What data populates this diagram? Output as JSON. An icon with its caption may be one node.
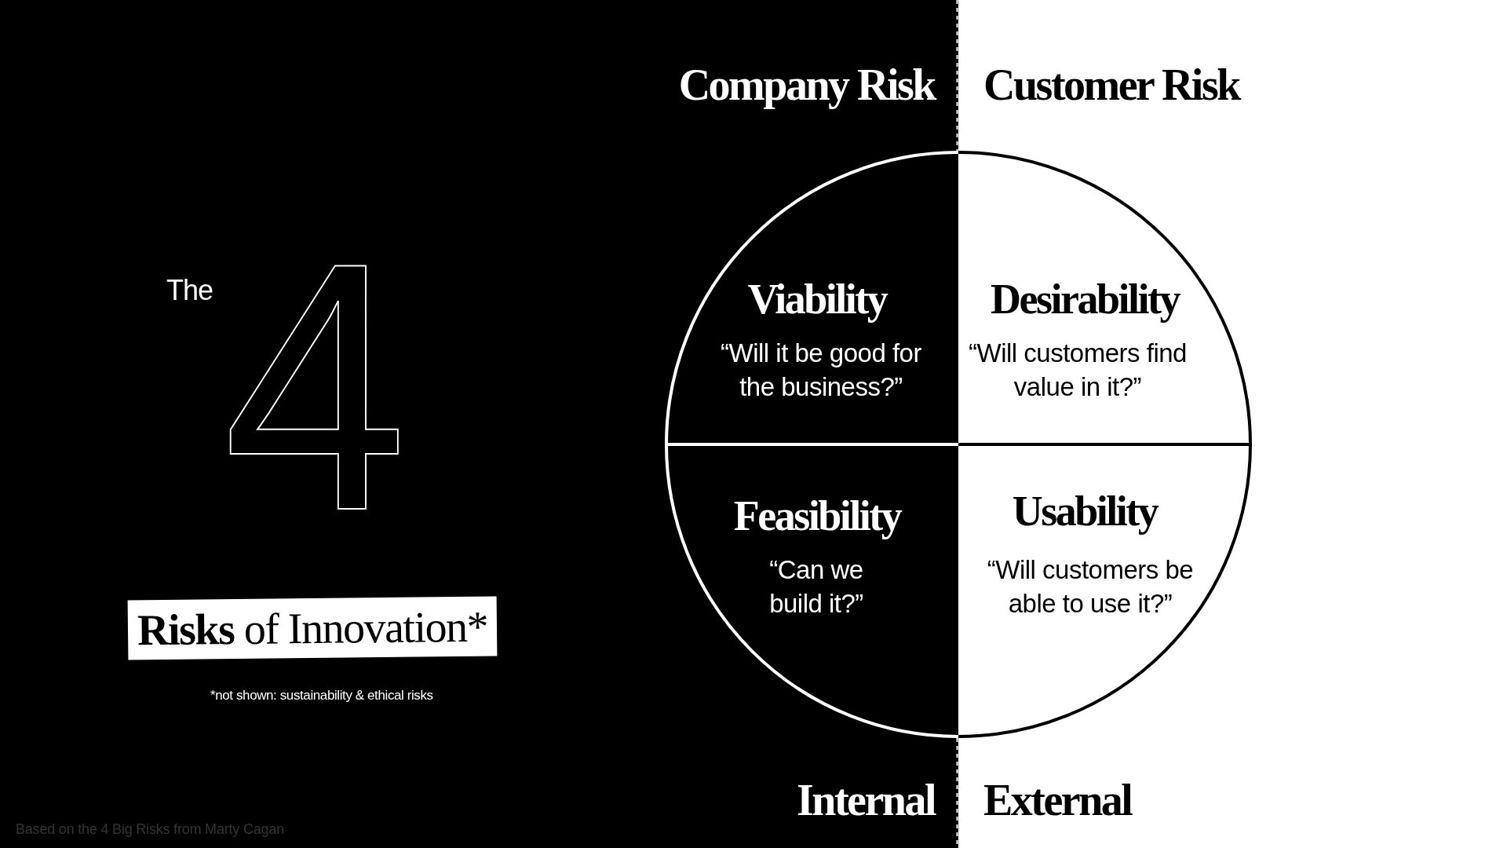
{
  "diagram": {
    "nodes": [
      {
        "text": [
          "**Risks** of Innovation*"
        ]
      },
      {
        "text": [
          "Viability",
          "“Will it be good for the business?”"
        ]
      },
      {
        "text": [
          "Desirability",
          "“Will customers find value in it?”"
        ]
      },
      {
        "text": [
          "Feasibility",
          "“Can we build it?”"
        ]
      },
      {
        "text": [
          "Usability",
          "“Will customers be able to use it?”"
        ]
      }
    ],
    "labels": [
      "Company Risk",
      "Customer Risk",
      "The",
      "4",
      "*not shown: sustainability & ethical risks",
      "Internal",
      "External",
      "Based on the 4 Big Risks from Marty Cagan"
    ]
  }
}
